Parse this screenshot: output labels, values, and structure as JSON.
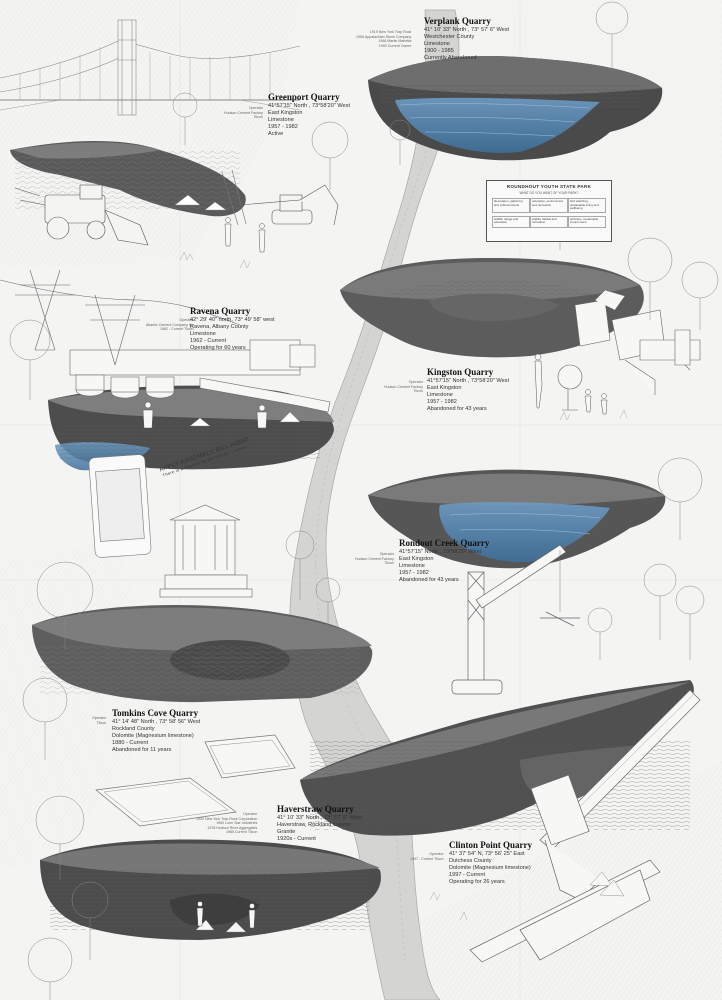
{
  "quarries": [
    {
      "id": "verplank",
      "name": "Verplank Quarry",
      "coords": "41° 10' 33\" North , 73° 57' 6\" West",
      "county": "Westchester County",
      "material": "Limestone",
      "years": "1900 - 1985",
      "status": "Currently Abandoned",
      "operators": [
        "1919 New York Trap Rock",
        "1956 Appalachian Stone Company",
        "1968 Martin Marietta",
        "1990 Current Owner"
      ]
    },
    {
      "id": "greenport",
      "name": "Greenport Quarry",
      "coords": "41°57'15\" North , 73°58'20\" West",
      "county": "East Kingston",
      "material": "Limestone",
      "years": "1957 - 1982",
      "status": "Active",
      "operators": [
        "Operator",
        "Hudson Cement Factory",
        "Tilcon"
      ]
    },
    {
      "id": "ravena",
      "name": "Ravena Quarry",
      "coords": "42° 29' 40\" north, 73° 49' 58\" west",
      "county": "Ravena, Albany County",
      "material": "Limestone",
      "years": "1962 - Current",
      "status": "Operating for 60 years",
      "operators": [
        "Operator",
        "Atlantic Cement Company Inc",
        "1962 - Current Tilcon"
      ]
    },
    {
      "id": "kingston",
      "name": "Kingston Quarry",
      "coords": "41°57'15\" North , 73°58'20\" West",
      "county": "East Kingston",
      "material": "Limestone",
      "years": "1957 - 1982",
      "status": "Abandoned for 43 years",
      "operators": [
        "Operator",
        "Hudson Cement Factory",
        "Tilcon"
      ]
    },
    {
      "id": "rondout",
      "name": "Rondout Creek Quarry",
      "coords": "41°57'15\" North , 73°58'20\" West",
      "county": "East Kingston",
      "material": "Limestone",
      "years": "1957 - 1982",
      "status": "Abandoned for 43 years",
      "operators": [
        "Operator",
        "Hudson Cement Factory",
        "Tilcon"
      ]
    },
    {
      "id": "tomkins",
      "name": "Tomkins Cove Quarry",
      "coords": "41° 14' 48\" North , 73° 58' 56\" West",
      "county": "Rockland County",
      "material": "Dolomite (Magnesium limestone)",
      "years": "1880 - Current",
      "status": "Abandoned for 11 years",
      "operators": [
        "Operator",
        "Tilcon"
      ]
    },
    {
      "id": "haverstraw",
      "name": "Haverstraw Quarry",
      "coords": "41° 10' 33\" North , 73° 57' 6\" West",
      "county": "Haverstraw, Rockland County",
      "material": "Granite",
      "years": "1920s - Current",
      "status": "",
      "operators": [
        "Operator",
        "1920 New York Trap Rock Corporation",
        "1960 Lone Star Industries",
        "1978 Hudson River Aggregates",
        "1985 Current Tilcon"
      ]
    },
    {
      "id": "clinton",
      "name": "Clinton Point Quarry",
      "coords": "41° 37' 54\" N, 73° 56' 25\" East",
      "county": "Dutchess County",
      "material": "Dolomite (Magnesium limestone)",
      "years": "1997 - Current",
      "status": "Operating for 26 years",
      "operators": [
        "Operator",
        "1997 - Current Tilcon"
      ]
    }
  ],
  "sign": {
    "title": "ROUNDHOUT YOUTH STATE PARK",
    "subtitle": "WHAT DO YOU WANT OF YOUR PARK?",
    "cells": [
      "Recreation, gathering and cultural events",
      "education, environment and recreation",
      "wildlife refuge and education",
      "bird watching, sustainable living and wellbeing",
      "wildlife habitat and recreation",
      "activities, sustainable environment"
    ]
  },
  "banner": {
    "line1": "APPLY ASSEMBLY BILL A2597",
    "line2": "There is a shadow as the citizen ...cover..."
  },
  "colors": {
    "background": "#f4f4f3",
    "land": "#6b6b6b",
    "land_dark": "#474747",
    "land_light": "#9a9a9a",
    "water": "#4e82ad",
    "river": "#c9c9c9",
    "line": "#8a8a8a"
  }
}
